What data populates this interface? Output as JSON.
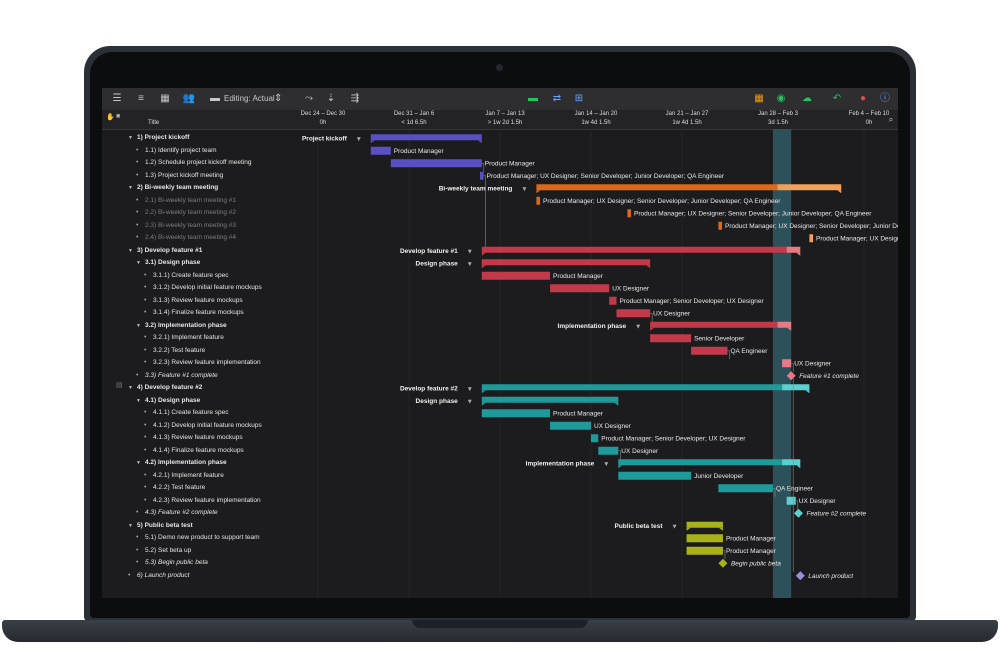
{
  "toolbar": {
    "editing_label": "Editing: Actual",
    "icons": [
      "sidebar-icon",
      "outline-icon",
      "columns-icon",
      "resources-icon",
      "editing-icon",
      "connect-icon",
      "split-icon",
      "tracking-icon",
      "level-icon",
      "merge-icon",
      "table-icon",
      "eye-icon",
      "cloud-icon",
      "undo-icon",
      "record-icon",
      "info-icon"
    ]
  },
  "outline": {
    "column_title": "Title",
    "rows": [
      {
        "num": "1)",
        "text": "Project kickoff",
        "level": 0,
        "style": "bold",
        "group": true
      },
      {
        "num": "1.1)",
        "text": "Identify project team",
        "level": 1,
        "style": "normal",
        "group": false
      },
      {
        "num": "1.2)",
        "text": "Schedule project kickoff meeting",
        "level": 1,
        "style": "normal",
        "group": false
      },
      {
        "num": "1.3)",
        "text": "Project kickoff meeting",
        "level": 1,
        "style": "normal",
        "group": false
      },
      {
        "num": "2)",
        "text": "Bi-weekly team meeting",
        "level": 0,
        "style": "bold",
        "group": true
      },
      {
        "num": "2.1)",
        "text": "Bi-weekly team meeting #1",
        "level": 1,
        "style": "dim",
        "group": false
      },
      {
        "num": "2.2)",
        "text": "Bi-weekly team meeting #2",
        "level": 1,
        "style": "dim",
        "group": false
      },
      {
        "num": "2.3)",
        "text": "Bi-weekly team meeting #3",
        "level": 1,
        "style": "dim",
        "group": false
      },
      {
        "num": "2.4)",
        "text": "Bi-weekly team meeting #4",
        "level": 1,
        "style": "dim",
        "group": false
      },
      {
        "num": "3)",
        "text": "Develop feature #1",
        "level": 0,
        "style": "bold",
        "group": true
      },
      {
        "num": "3.1)",
        "text": "Design phase",
        "level": 1,
        "style": "bold",
        "group": true
      },
      {
        "num": "3.1.1)",
        "text": "Create feature spec",
        "level": 2,
        "style": "normal",
        "group": false
      },
      {
        "num": "3.1.2)",
        "text": "Develop initial feature mockups",
        "level": 2,
        "style": "normal",
        "group": false
      },
      {
        "num": "3.1.3)",
        "text": "Review feature mockups",
        "level": 2,
        "style": "normal",
        "group": false
      },
      {
        "num": "3.1.4)",
        "text": "Finalize feature mockups",
        "level": 2,
        "style": "normal",
        "group": false
      },
      {
        "num": "3.2)",
        "text": "Implementation phase",
        "level": 1,
        "style": "bold",
        "group": true
      },
      {
        "num": "3.2.1)",
        "text": "Implement feature",
        "level": 2,
        "style": "normal",
        "group": false
      },
      {
        "num": "3.2.2)",
        "text": "Test feature",
        "level": 2,
        "style": "normal",
        "group": false
      },
      {
        "num": "3.2.3)",
        "text": "Review feature implementation",
        "level": 2,
        "style": "normal",
        "group": false
      },
      {
        "num": "3.3)",
        "text": "Feature #1 complete",
        "level": 1,
        "style": "ital",
        "group": false
      },
      {
        "num": "4)",
        "text": "Develop feature #2",
        "level": 0,
        "style": "bold",
        "group": true
      },
      {
        "num": "4.1)",
        "text": "Design phase",
        "level": 1,
        "style": "bold",
        "group": true
      },
      {
        "num": "4.1.1)",
        "text": "Create feature spec",
        "level": 2,
        "style": "normal",
        "group": false
      },
      {
        "num": "4.1.2)",
        "text": "Develop initial feature mockups",
        "level": 2,
        "style": "normal",
        "group": false
      },
      {
        "num": "4.1.3)",
        "text": "Review feature mockups",
        "level": 2,
        "style": "normal",
        "group": false
      },
      {
        "num": "4.1.4)",
        "text": "Finalize feature mockups",
        "level": 2,
        "style": "normal",
        "group": false
      },
      {
        "num": "4.2)",
        "text": "Implementation phase",
        "level": 1,
        "style": "bold",
        "group": true
      },
      {
        "num": "4.2.1)",
        "text": "Implement feature",
        "level": 2,
        "style": "normal",
        "group": false
      },
      {
        "num": "4.2.2)",
        "text": "Test feature",
        "level": 2,
        "style": "normal",
        "group": false
      },
      {
        "num": "4.2.3)",
        "text": "Review feature implementation",
        "level": 2,
        "style": "normal",
        "group": false
      },
      {
        "num": "4.3)",
        "text": "Feature #2 complete",
        "level": 1,
        "style": "ital",
        "group": false
      },
      {
        "num": "5)",
        "text": "Public beta test",
        "level": 0,
        "style": "bold",
        "group": true
      },
      {
        "num": "5.1)",
        "text": "Demo new product to support team",
        "level": 1,
        "style": "normal",
        "group": false
      },
      {
        "num": "5.2)",
        "text": "Set beta up",
        "level": 1,
        "style": "normal",
        "group": false
      },
      {
        "num": "5.3)",
        "text": "Begin public beta",
        "level": 1,
        "style": "ital",
        "group": false
      },
      {
        "num": "6)",
        "text": "Launch product",
        "level": 0,
        "style": "ital",
        "group": false
      }
    ]
  },
  "timeline": {
    "weeks": [
      {
        "date": "Dec 24 – Dec 30",
        "duration": "0h"
      },
      {
        "date": "Dec 31 – Jan 6",
        "duration": "< 1d 6.5h"
      },
      {
        "date": "Jan 7 – Jan 13",
        "duration": "> 1w 2d 1.5h"
      },
      {
        "date": "Jan 14 – Jan 20",
        "duration": "1w 4d 1.5h"
      },
      {
        "date": "Jan 21 – Jan 27",
        "duration": "1w 4d 1.5h"
      },
      {
        "date": "Jan 28 – Feb 3",
        "duration": "3d 1.5h"
      },
      {
        "date": "Feb 4 – Feb 10",
        "duration": "0h"
      }
    ]
  },
  "colors": {
    "kickoff": "#5b4fc4",
    "meeting": "#d86a1a",
    "meeting_light": "#f0a05a",
    "feature1": "#c23a4a",
    "feature1_light": "#e87a86",
    "feature2": "#1f9a9a",
    "feature2_light": "#5ccfcf",
    "beta": "#a8b21a",
    "launch": "#9a8ce0",
    "today": "#2f5a66"
  },
  "gantt": {
    "today_start_week": 5.0,
    "today_end_week": 5.2,
    "tasks": [
      {
        "row": 0,
        "kind": "group",
        "start": 0.58,
        "end": 1.8,
        "color": "kickoff",
        "label": "Project kickoff",
        "label_side": "left"
      },
      {
        "row": 1,
        "kind": "task",
        "start": 0.58,
        "end": 0.8,
        "color": "kickoff",
        "label": "Product Manager"
      },
      {
        "row": 2,
        "kind": "task",
        "start": 0.8,
        "end": 1.8,
        "color": "kickoff",
        "label": "Product Manager"
      },
      {
        "row": 3,
        "kind": "task",
        "start": 1.78,
        "end": 1.82,
        "color": "kickoff",
        "label": "Product Manager; UX Designer; Senior Developer; Junior Developer; QA Engineer"
      },
      {
        "row": 4,
        "kind": "group",
        "start": 2.4,
        "end": 5.75,
        "color": "meeting",
        "color2": "meeting_light",
        "split": 5.05,
        "label": "Bi-weekly team meeting",
        "label_side": "left"
      },
      {
        "row": 5,
        "kind": "task",
        "start": 2.4,
        "end": 2.44,
        "color": "meeting",
        "label": "Product Manager; UX Designer; Senior Developer; Junior Developer; QA Engineer"
      },
      {
        "row": 6,
        "kind": "task",
        "start": 3.4,
        "end": 3.44,
        "color": "meeting",
        "label": "Product Manager; UX Designer; Senior Developer; Junior Developer; QA Engineer"
      },
      {
        "row": 7,
        "kind": "task",
        "start": 4.4,
        "end": 4.44,
        "color": "meeting",
        "label": "Product Manager; UX Designer; Senior Developer; Junior Developer; QA Engineer"
      },
      {
        "row": 8,
        "kind": "task",
        "start": 5.4,
        "end": 5.44,
        "color": "meeting_light",
        "label": "Product Manager; UX Designer"
      },
      {
        "row": 9,
        "kind": "group",
        "start": 1.8,
        "end": 5.3,
        "color": "feature1",
        "color2": "feature1_light",
        "split": 5.15,
        "label": "Develop feature #1",
        "label_side": "left"
      },
      {
        "row": 10,
        "kind": "group",
        "start": 1.8,
        "end": 3.65,
        "color": "feature1",
        "label": "Design phase",
        "label_side": "left"
      },
      {
        "row": 11,
        "kind": "task",
        "start": 1.8,
        "end": 2.55,
        "color": "feature1",
        "label": "Product Manager"
      },
      {
        "row": 12,
        "kind": "task",
        "start": 2.55,
        "end": 3.2,
        "color": "feature1",
        "label": "UX Designer"
      },
      {
        "row": 13,
        "kind": "task",
        "start": 3.2,
        "end": 3.28,
        "color": "feature1",
        "label": "Product Manager; Senior Developer; UX Designer"
      },
      {
        "row": 14,
        "kind": "task",
        "start": 3.28,
        "end": 3.65,
        "color": "feature1",
        "label": "UX Designer"
      },
      {
        "row": 15,
        "kind": "group",
        "start": 3.65,
        "end": 5.2,
        "color": "feature1",
        "color2": "feature1_light",
        "split": 5.05,
        "label": "Implementation phase",
        "label_side": "left"
      },
      {
        "row": 16,
        "kind": "task",
        "start": 3.65,
        "end": 4.1,
        "color": "feature1",
        "label": "Senior Developer"
      },
      {
        "row": 17,
        "kind": "task",
        "start": 4.1,
        "end": 4.5,
        "color": "feature1",
        "label": "QA Engineer"
      },
      {
        "row": 18,
        "kind": "task",
        "start": 5.1,
        "end": 5.2,
        "color": "feature1_light",
        "label": "UX Designer"
      },
      {
        "row": 19,
        "kind": "milestone",
        "start": 5.2,
        "color": "feature1_light",
        "label": "Feature #1 complete"
      },
      {
        "row": 20,
        "kind": "group",
        "start": 1.8,
        "end": 5.4,
        "color": "feature2",
        "color2": "feature2_light",
        "split": 5.1,
        "label": "Develop feature #2",
        "label_side": "left"
      },
      {
        "row": 21,
        "kind": "group",
        "start": 1.8,
        "end": 3.3,
        "color": "feature2",
        "label": "Design phase",
        "label_side": "left"
      },
      {
        "row": 22,
        "kind": "task",
        "start": 1.8,
        "end": 2.55,
        "color": "feature2",
        "label": "Product Manager"
      },
      {
        "row": 23,
        "kind": "task",
        "start": 2.55,
        "end": 3.0,
        "color": "feature2",
        "label": "UX Designer"
      },
      {
        "row": 24,
        "kind": "task",
        "start": 3.0,
        "end": 3.08,
        "color": "feature2",
        "label": "Product Manager; Senior Developer; UX Designer"
      },
      {
        "row": 25,
        "kind": "task",
        "start": 3.08,
        "end": 3.3,
        "color": "feature2",
        "label": "UX Designer"
      },
      {
        "row": 26,
        "kind": "group",
        "start": 3.3,
        "end": 5.3,
        "color": "feature2",
        "color2": "feature2_light",
        "split": 5.1,
        "label": "Implementation phase",
        "label_side": "left"
      },
      {
        "row": 27,
        "kind": "task",
        "start": 3.3,
        "end": 4.1,
        "color": "feature2",
        "label": "Junior Developer"
      },
      {
        "row": 28,
        "kind": "task",
        "start": 4.4,
        "end": 5.0,
        "color": "feature2",
        "label": "QA Engineer"
      },
      {
        "row": 29,
        "kind": "task",
        "start": 5.15,
        "end": 5.25,
        "color": "feature2_light",
        "label": "UX Designer"
      },
      {
        "row": 30,
        "kind": "milestone",
        "start": 5.28,
        "color": "feature2_light",
        "label": "Feature #2 complete"
      },
      {
        "row": 31,
        "kind": "group",
        "start": 4.05,
        "end": 4.45,
        "color": "beta",
        "label": "Public beta test",
        "label_side": "left"
      },
      {
        "row": 32,
        "kind": "task",
        "start": 4.05,
        "end": 4.45,
        "color": "beta",
        "label": "Product Manager"
      },
      {
        "row": 33,
        "kind": "task",
        "start": 4.05,
        "end": 4.45,
        "color": "beta",
        "label": "Product Manager"
      },
      {
        "row": 34,
        "kind": "milestone",
        "start": 4.45,
        "color": "beta",
        "label": "Begin public beta"
      },
      {
        "row": 35,
        "kind": "milestone",
        "start": 5.3,
        "color": "launch",
        "label": "Launch product"
      }
    ]
  }
}
